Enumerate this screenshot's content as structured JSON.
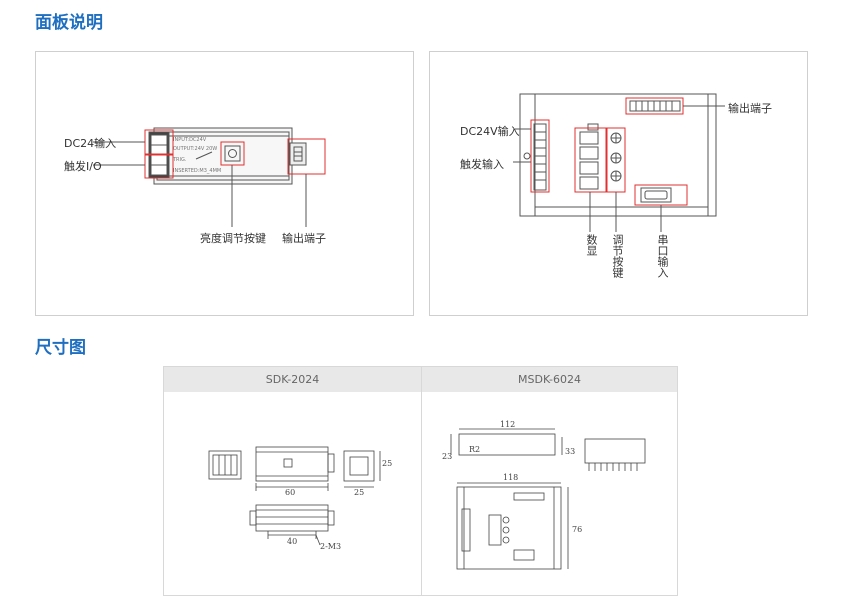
{
  "headings": {
    "panel": "面板说明",
    "size": "尺寸图"
  },
  "left_panel": {
    "labels": {
      "dc_input": "DC24输入",
      "trigger_io": "触发I/O",
      "brightness_knob": "亮度调节按键",
      "output_terminal": "输出端子"
    },
    "device_text": [
      "INPUT:DC24V",
      "OUTPUT:24V 20W",
      "TRIG.",
      "INSERTED:M3_4MM"
    ]
  },
  "right_panel": {
    "labels": {
      "output_terminal": "输出端子",
      "dc_input": "DC24V输入",
      "trigger_input": "触发输入",
      "digital_display": "数显",
      "adjust_keys": "调节按键",
      "serial_input": "串口输入"
    }
  },
  "dimensions": {
    "columns": [
      "SDK-2024",
      "MSDK-6024"
    ],
    "sdk": {
      "width": "60",
      "side": "25",
      "height": "25",
      "bottom": "40",
      "screws": "2-M3"
    },
    "msdk": {
      "top_width": "112",
      "front_width": "118",
      "left_height": "23",
      "right_height": "33",
      "depth": "76",
      "radius": "R2"
    }
  },
  "colors": {
    "heading": "#1f6fc1",
    "callout": "#e03030",
    "border": "#cfcfcf"
  }
}
